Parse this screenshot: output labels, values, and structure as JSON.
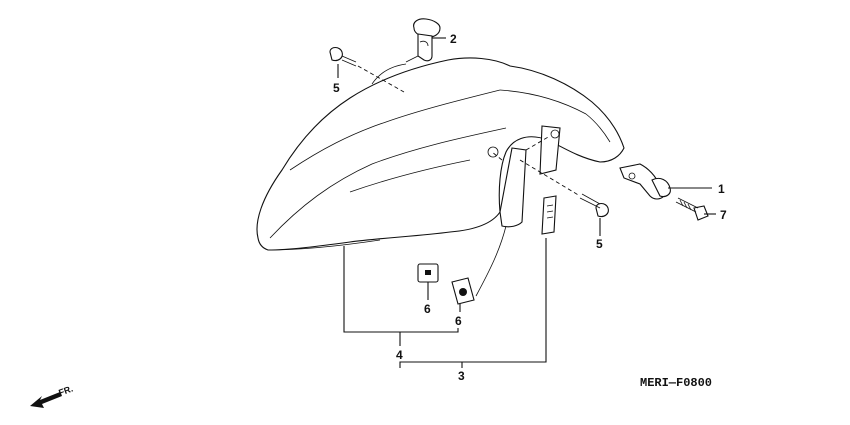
{
  "diagram": {
    "code": "MERI—F0800",
    "direction_label": "FR.",
    "callouts": {
      "c1": "1",
      "c2": "2",
      "c3": "3",
      "c4": "4",
      "c5a": "5",
      "c5b": "5",
      "c6a": "6",
      "c6b": "6",
      "c7": "7"
    }
  }
}
